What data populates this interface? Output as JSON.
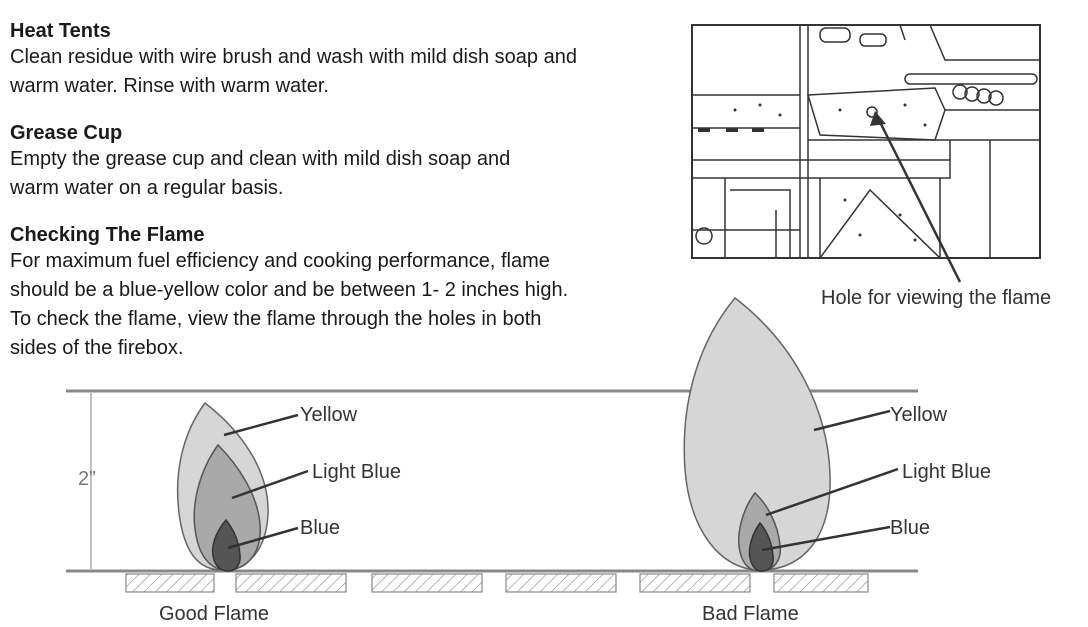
{
  "sections": [
    {
      "heading": "Heat Tents",
      "lines": [
        "Clean residue with wire brush and wash with mild dish soap and",
        "warm water. Rinse with warm water."
      ]
    },
    {
      "heading": "Grease Cup",
      "lines": [
        "Empty the grease cup and clean with mild dish soap and",
        "warm water on a regular basis."
      ]
    },
    {
      "heading": "Checking The Flame",
      "lines": [
        "For maximum fuel efficiency and cooking performance, flame",
        "should be a blue-yellow color and be between 1- 2 inches high.",
        "To check the flame, view the flame through the holes in both",
        "sides of the firebox."
      ]
    }
  ],
  "grill_callout": "Hole for viewing the flame",
  "diagram": {
    "height_label": "2”",
    "good_flame": {
      "caption": "Good Flame",
      "labels": {
        "yellow": "Yellow",
        "light_blue": "Light Blue",
        "blue": "Blue"
      }
    },
    "bad_flame": {
      "caption": "Bad Flame",
      "labels": {
        "yellow": "Yellow",
        "light_blue": "Light Blue",
        "blue": "Blue"
      }
    }
  },
  "colors": {
    "outer_flame": "#cfcfcf",
    "middle_flame": "#a9a9a9",
    "inner_flame": "#5a5a5a",
    "line": "#888888"
  }
}
